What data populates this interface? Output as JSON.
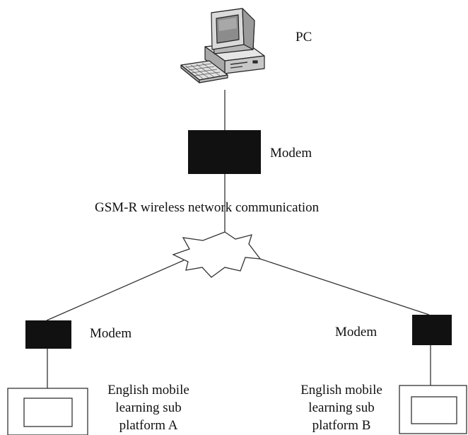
{
  "labels": {
    "pc": "PC",
    "top_modem": "Modem",
    "network": "GSM-R wireless network communication",
    "left_modem": "Modem",
    "right_modem": "Modem",
    "platform_a": [
      "English mobile",
      "learning sub",
      "platform A"
    ],
    "platform_b": [
      "English mobile",
      "learning sub",
      "platform B"
    ]
  },
  "colors": {
    "line": "#333333",
    "modem_fill": "#111111",
    "text": "#111111"
  },
  "icons": {
    "pc": "desktop-computer-icon",
    "network": "network-cloud-star-icon",
    "platform": "mobile-terminal-icon"
  }
}
